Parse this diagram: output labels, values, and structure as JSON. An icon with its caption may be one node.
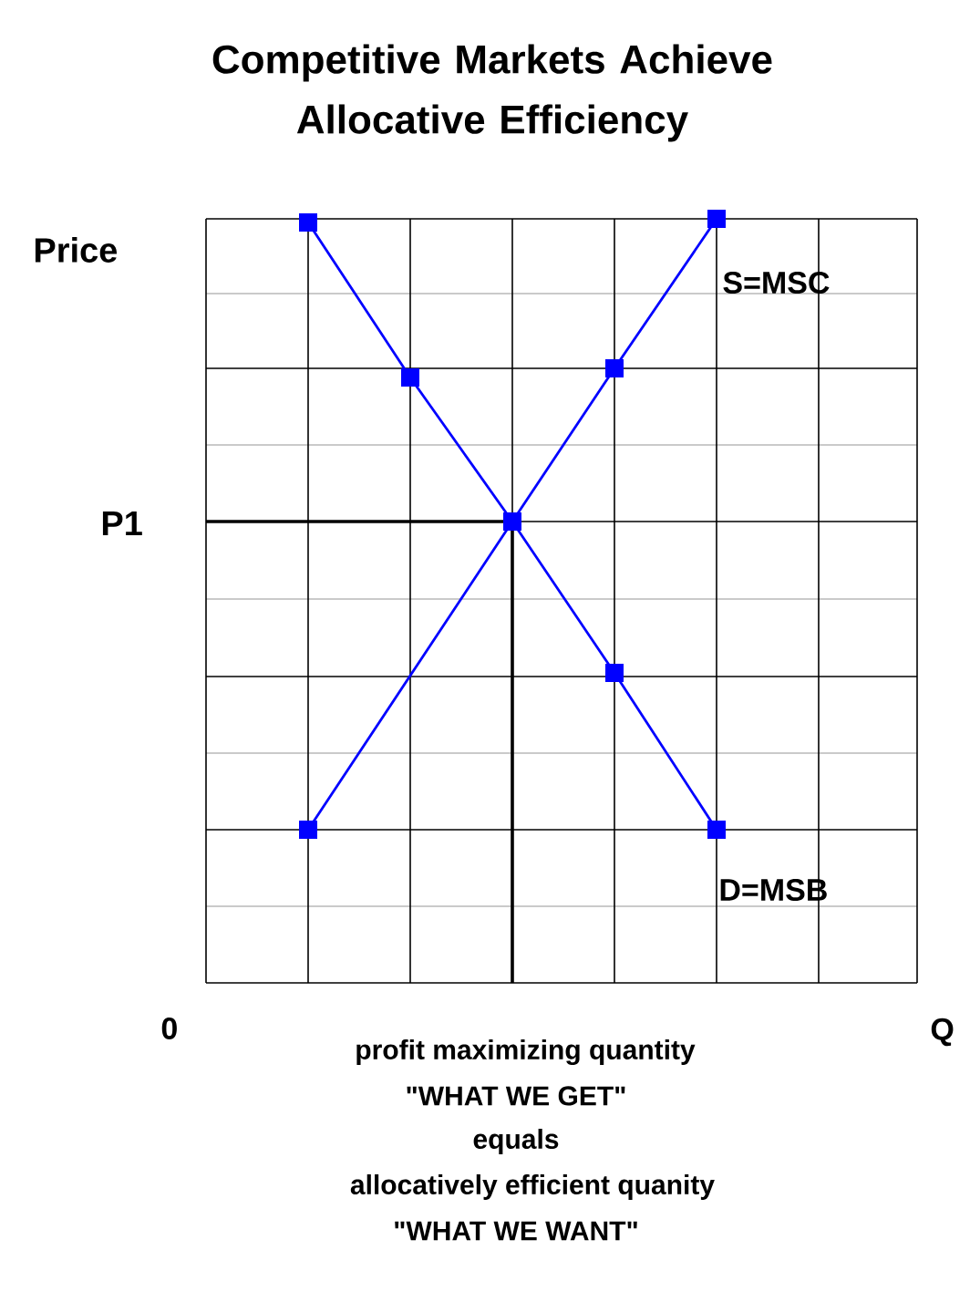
{
  "diagram": {
    "title": "Competitive Markets Achieve Allocative Efficiency",
    "labels": [
      "Price",
      "S=MSC",
      "P1",
      "D=MSB",
      "0",
      "Q",
      "profit maximizing quantity",
      "\"WHAT WE GET\"",
      "equals",
      "allocatively efficient quanity",
      "\"WHAT WE WANT\""
    ]
  }
}
